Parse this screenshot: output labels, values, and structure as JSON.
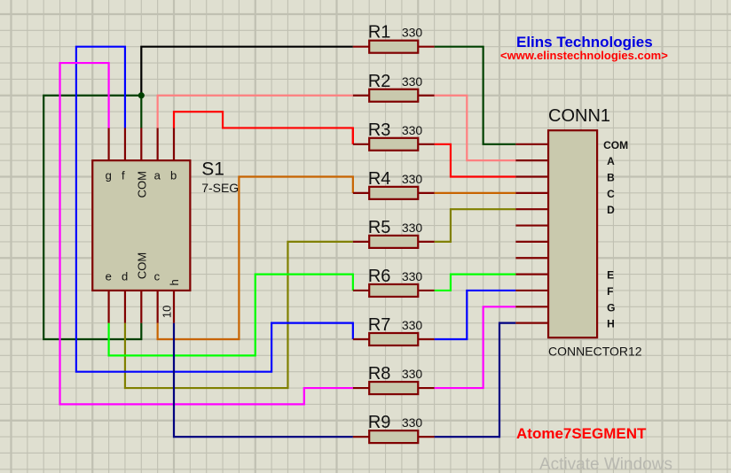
{
  "schematic": {
    "background_color": "#dfdfd0",
    "grid_color": "#c0c0b2",
    "component_fill": "#c9c9ad",
    "component_stroke": "#800000",
    "header": {
      "company": "Elins Technologies",
      "company_color": "#0000e0",
      "website": "<www.elinstechnologies.com>",
      "website_color": "#ff0000"
    },
    "footer_label": {
      "text": "Atome7SEGMENT",
      "color": "#ff0000"
    },
    "watermark": "Activate Windows",
    "display": {
      "ref": "S1",
      "value": "7-SEG",
      "top_pins": [
        "g",
        "f",
        "COM",
        "a",
        "b"
      ],
      "bottom_pins": [
        "e",
        "d",
        "COM",
        "c",
        "h"
      ],
      "pin_number_label": "10"
    },
    "resistors": [
      {
        "ref": "R1",
        "value": "330"
      },
      {
        "ref": "R2",
        "value": "330"
      },
      {
        "ref": "R3",
        "value": "330"
      },
      {
        "ref": "R4",
        "value": "330"
      },
      {
        "ref": "R5",
        "value": "330"
      },
      {
        "ref": "R6",
        "value": "330"
      },
      {
        "ref": "R7",
        "value": "330"
      },
      {
        "ref": "R8",
        "value": "330"
      },
      {
        "ref": "R9",
        "value": "330"
      }
    ],
    "connector": {
      "ref": "CONN1",
      "value": "CONNECTOR12",
      "pin_labels": [
        "COM",
        "A",
        "B",
        "C",
        "D",
        "",
        "",
        "",
        "E",
        "F",
        "G",
        "H"
      ]
    },
    "nets": [
      {
        "name": "COM",
        "color": "#004000"
      },
      {
        "name": "COM-top",
        "color": "#000000"
      },
      {
        "name": "a",
        "color": "#ff8080"
      },
      {
        "name": "b",
        "color": "#ff0000"
      },
      {
        "name": "c",
        "color": "#c86400"
      },
      {
        "name": "d",
        "color": "#808000"
      },
      {
        "name": "e",
        "color": "#00ff00"
      },
      {
        "name": "f",
        "color": "#0000ff"
      },
      {
        "name": "g",
        "color": "#ff00ff"
      },
      {
        "name": "h",
        "color": "#000080"
      }
    ]
  }
}
